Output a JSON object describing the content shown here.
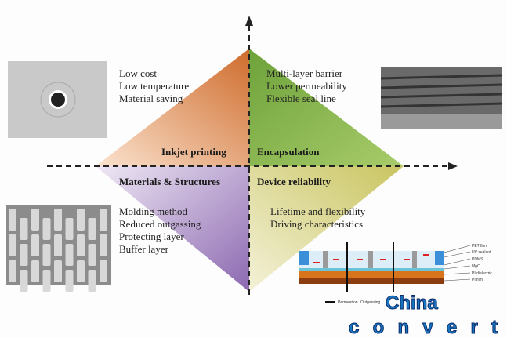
{
  "quadrants": {
    "inkjet": {
      "title": "Inkjet printing",
      "points": [
        "Low cost",
        "Low temperature",
        "Material saving"
      ],
      "color": "#d9823f"
    },
    "encapsulation": {
      "title": "Encapsulation",
      "points": [
        "Multi-layer barrier",
        "Lower permeability",
        "Flexible seal line"
      ],
      "color": "#8db64c"
    },
    "materials": {
      "title": "Materials & Structures",
      "points": [
        "Molding method",
        "Reduced outgassing",
        "Protecting layer",
        "Buffer layer"
      ],
      "color": "#9b7ab8"
    },
    "reliability": {
      "title": "Device reliability",
      "points": [
        "Lifetime and flexibility",
        "Driving characteristics"
      ],
      "color": "#c8c36a"
    }
  },
  "device_legend": {
    "layers": [
      "PET film",
      "UV sealant",
      "PDMS",
      "MgO",
      "PI dielectric",
      "PI film"
    ],
    "permeation": "Permeation",
    "outgassing": "Outgassing"
  },
  "watermark": {
    "line1": "China",
    "line2": "convert"
  }
}
